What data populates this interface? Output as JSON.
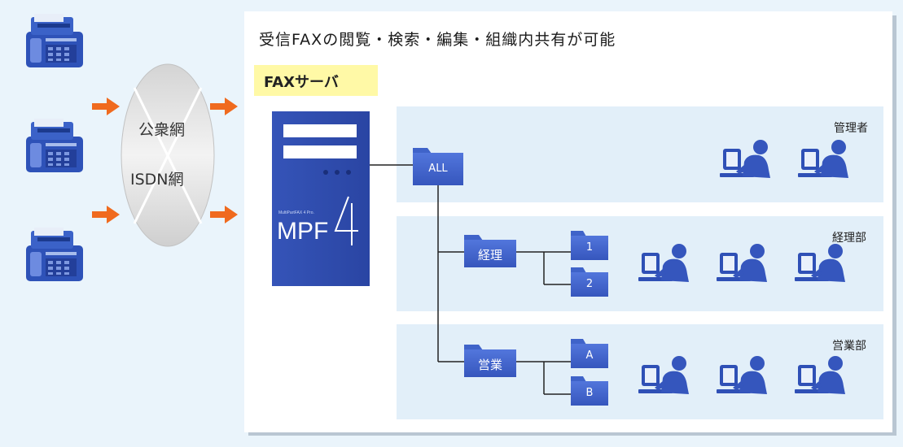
{
  "title": "受信FAXの閲覧・検索・編集・組織内共有が可能",
  "server_box_label": "FAXサーバ",
  "network": {
    "public": "公衆網",
    "isdn": "ISDN網"
  },
  "server_brand": {
    "logo": "MPF4",
    "tagline": "MultiPartFAX 4 Pro."
  },
  "groups": [
    {
      "label": "管理者",
      "folder": "ALL",
      "users": 2
    },
    {
      "label": "経理部",
      "folder": "経理",
      "subfolders": [
        "1",
        "2"
      ],
      "users": 3
    },
    {
      "label": "営業部",
      "folder": "営業",
      "subfolders": [
        "A",
        "B"
      ],
      "users": 3
    }
  ],
  "colors": {
    "background": "#eaf4fb",
    "panel": "#ffffff",
    "band": "#e2eff9",
    "folder": "#3f63c9",
    "arrow": "#f06a1e",
    "label_bg": "#fff9a6"
  },
  "icons": [
    "fax-machine-icon",
    "cloud-icon",
    "arrow-icon",
    "server-icon",
    "folder-icon",
    "user-at-computer-icon"
  ]
}
